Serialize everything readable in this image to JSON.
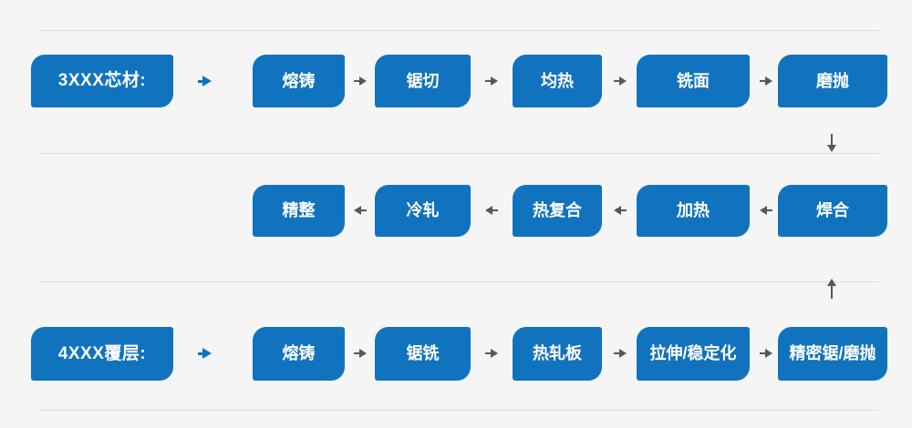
{
  "diagram": {
    "type": "process-flow",
    "rows": [
      {
        "label": "3XXX芯材:",
        "direction": "right",
        "steps": [
          "熔铸",
          "锯切",
          "均热",
          "铣面",
          "磨抛"
        ]
      },
      {
        "label": "",
        "direction": "left",
        "steps": [
          "精整",
          "冷轧",
          "热复合",
          "加热",
          "焊合"
        ]
      },
      {
        "label": "4XXX覆层:",
        "direction": "right",
        "steps": [
          "熔铸",
          "锯铣",
          "热轧板",
          "拉伸/稳定化",
          "精密锯/磨抛"
        ]
      }
    ],
    "connectors": [
      {
        "from": "磨抛",
        "to": "焊合",
        "direction": "down"
      },
      {
        "from": "精密锯/磨抛",
        "to": "焊合",
        "direction": "up"
      }
    ],
    "colors": {
      "box_blue": "#1173be",
      "box_text": "#ffffff",
      "arrow_gray": "#54585c",
      "arrow_blue": "#1173be",
      "separator_line": "#dadada",
      "background": "#f5f5f6"
    }
  }
}
